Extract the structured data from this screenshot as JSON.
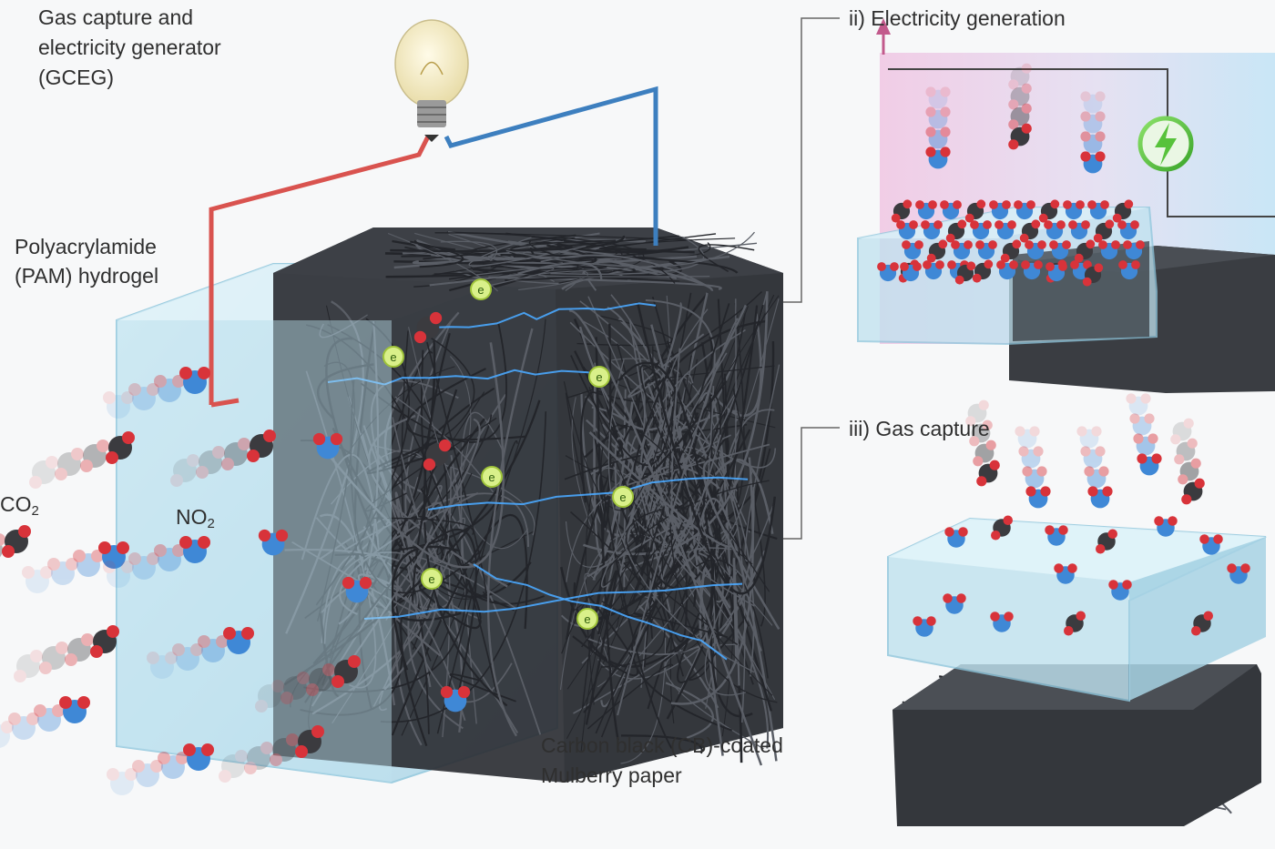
{
  "labels": {
    "title_line1": "Gas capture and",
    "title_line2": "electricity generator",
    "title_line3": "(GCEG)",
    "pam_line1": "Polyacrylamide",
    "pam_line2": "(PAM) hydrogel",
    "co2_main": "CO",
    "co2_sub": "2",
    "no2_main": "NO",
    "no2_sub": "2",
    "cb_line1": "Carbon black (CB)-coated",
    "cb_line2": "Mulberry paper",
    "panel_ii": "ii) Electricity generation",
    "panel_iii": "iii) Gas capture",
    "electron": "e"
  },
  "colors": {
    "hydrogel": "#bfe2ef",
    "hydrogel_edge": "#8ec6dc",
    "carbon_fiber": "#3a3d42",
    "wire_positive": "#d9534f",
    "wire_negative": "#3d7fbf",
    "spark": "#4aa8ff",
    "electron_fill": "#d9f08a",
    "oxygen": "#d8333a",
    "nitrogen": "#3f88d6",
    "carbon_atom": "#3b3b3f",
    "bg_pink": "#f3d6ea",
    "bg_blue": "#cfe7f6",
    "bolt": "#57c23b"
  },
  "icons": {
    "bulb": "light-bulb-icon",
    "lightning": "lightning-bolt-icon"
  }
}
